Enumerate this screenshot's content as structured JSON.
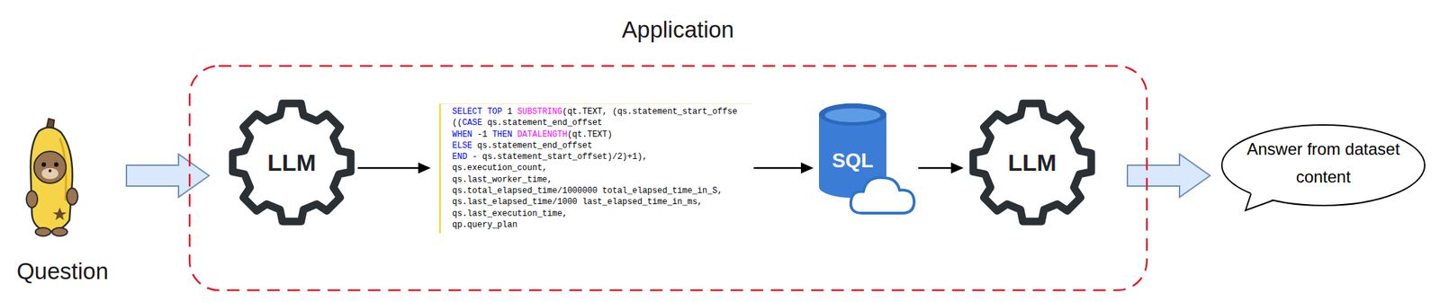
{
  "diagram": {
    "nodes": [
      {
        "text": [
          "Application"
        ]
      },
      {
        "text": [
          "Question"
        ]
      },
      {
        "text": [
          "LLM"
        ],
        "in": 0
      },
      {
        "text": [
          "SELECT TOP 1 SUBSTRING(qt.TEXT, (qs.statement_start_offse",
          "((CASE qs.statement_end_offset",
          "WHEN -1 THEN DATALENGTH(qt.TEXT)",
          "ELSE qs.statement_end_offset",
          "END - qs.statement_start_offset)/2)+1),",
          "qs.execution_count,",
          "qs.last_worker_time,",
          "qs.total_elapsed_time/1000000 total_elapsed_time_in_S,",
          "qs.last_elapsed_time/1000 last_elapsed_time_in_ms,",
          "qs.last_execution_time,",
          "qp.query_plan"
        ],
        "in": 0
      },
      {
        "text": [
          "SQL"
        ],
        "in": 0
      },
      {
        "text": [
          "LLM"
        ],
        "in": 0
      },
      {
        "text": [
          "Answer from dataset content"
        ]
      }
    ],
    "edges": [
      {
        "from": 1,
        "to": 2,
        "arrow": "to"
      },
      {
        "from": 2,
        "to": 3,
        "arrow": "to"
      },
      {
        "from": 3,
        "to": 4,
        "arrow": "to"
      },
      {
        "from": 4,
        "to": 5,
        "arrow": "to"
      },
      {
        "from": 5,
        "to": 6,
        "arrow": "to"
      }
    ]
  }
}
